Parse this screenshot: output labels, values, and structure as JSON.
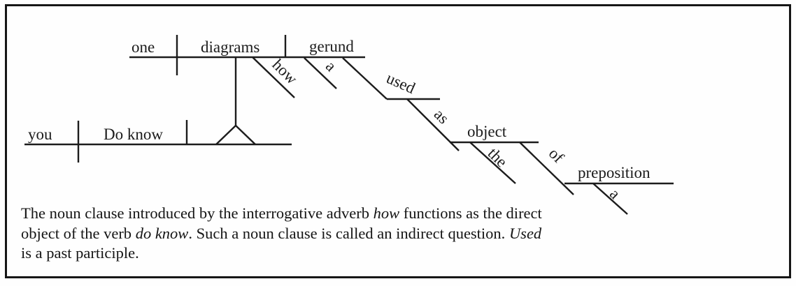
{
  "colors": {
    "ink": "#1c1c1c",
    "background": "#fefefe",
    "border": "#161616"
  },
  "diagram": {
    "main_clause": {
      "subject": "you",
      "verb": "Do know"
    },
    "noun_clause": {
      "subject": "one",
      "verb": "diagrams",
      "direct_object": "gerund",
      "adverb": "how",
      "article": "a"
    },
    "participle_phrase": {
      "participle": "used",
      "preposition": "as",
      "object": "object",
      "article": "the"
    },
    "prepositional_phrase": {
      "preposition": "of",
      "object": "preposition",
      "article": "a"
    }
  },
  "caption": {
    "lines": [
      [
        {
          "text": "The noun clause introduced by the interrogative adverb "
        },
        {
          "text": "how",
          "italic": true
        },
        {
          "text": " functions as the direct"
        }
      ],
      [
        {
          "text": "object of the verb "
        },
        {
          "text": "do know",
          "italic": true
        },
        {
          "text": ". Such a noun clause is called an indirect question. "
        },
        {
          "text": "Used",
          "italic": true
        }
      ],
      [
        {
          "text": "is a past participle."
        }
      ]
    ]
  }
}
